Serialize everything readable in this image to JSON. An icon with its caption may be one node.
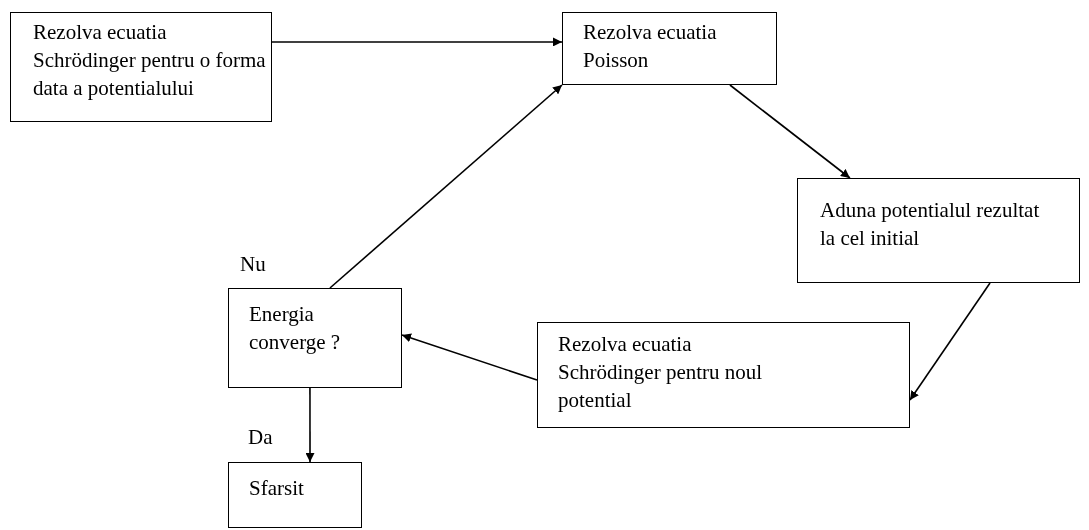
{
  "diagram": {
    "nodes": [
      {
        "text": [
          "Rezolva ecuatia Schrödinger pentru o forma data a potentialului"
        ]
      },
      {
        "text": [
          "Rezolva ecuatia Poisson"
        ]
      },
      {
        "text": [
          "Aduna potentialul rezultat la cel initial"
        ]
      },
      {
        "text": [
          "Rezolva ecuatia Schrödinger pentru noul potential"
        ]
      },
      {
        "text": [
          "Energia converge ?"
        ]
      },
      {
        "text": [
          "Sfarsit"
        ]
      }
    ],
    "edges": [
      {
        "from": 0,
        "to": 1,
        "arrow": "to"
      },
      {
        "from": 1,
        "to": 2,
        "arrow": "to"
      },
      {
        "from": 2,
        "to": 3,
        "arrow": "to"
      },
      {
        "from": 3,
        "to": 4,
        "arrow": "to"
      },
      {
        "from": 4,
        "to": 1,
        "arrow": "to",
        "label": "Nu"
      },
      {
        "from": 4,
        "to": 5,
        "arrow": "to",
        "label": "Da"
      }
    ]
  }
}
